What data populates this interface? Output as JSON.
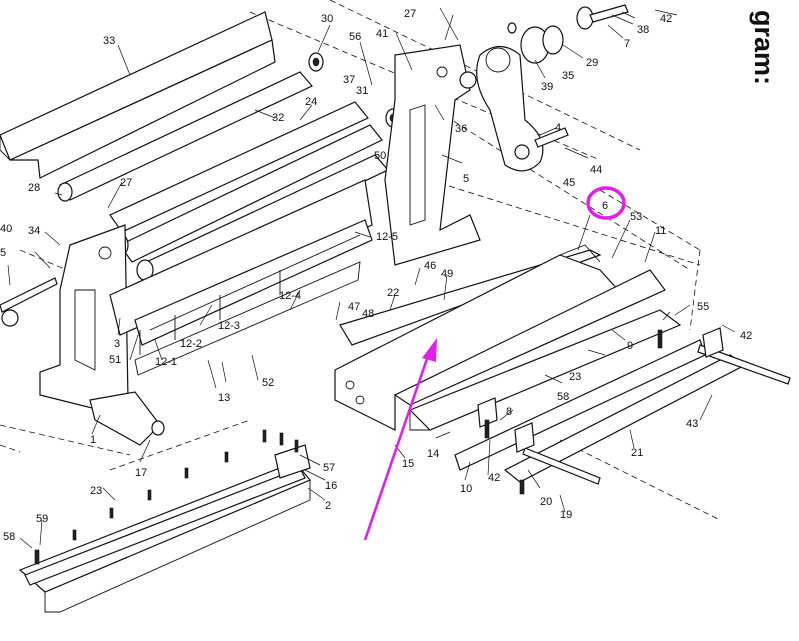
{
  "heading": "gram:",
  "highlight_color": "#e020e8",
  "arrow_color": "#e020e8",
  "labels": {
    "p1": "1",
    "p2": "2",
    "p3": "3",
    "p4": "4",
    "p5a": "5",
    "p5b": "5",
    "p6": "6",
    "p7": "7",
    "p8": "8",
    "p9": "9",
    "p10": "10",
    "p11": "11",
    "p12_1": "12-1",
    "p12_2": "12-2",
    "p12_3": "12-3",
    "p12_4": "12-4",
    "p12_5": "12-5",
    "p13": "13",
    "p14": "14",
    "p15": "15",
    "p16": "16",
    "p17": "17",
    "p19": "19",
    "p20": "20",
    "p21": "21",
    "p22": "22",
    "p23a": "23",
    "p23b": "23",
    "p24": "24",
    "p27a": "27",
    "p27b": "27",
    "p28": "28",
    "p29": "29",
    "p30": "30",
    "p31": "31",
    "p32": "32",
    "p33": "33",
    "p34": "34",
    "p35": "35",
    "p36": "36",
    "p37": "37",
    "p38": "38",
    "p39": "39",
    "p40": "40",
    "p41": "41",
    "p42a": "42",
    "p42b": "42",
    "p42c": "42",
    "p43": "43",
    "p44": "44",
    "p45": "45",
    "p46": "46",
    "p47": "47",
    "p48": "48",
    "p49": "49",
    "p50": "50",
    "p51": "51",
    "p52": "52",
    "p53": "53",
    "p55": "55",
    "p56": "56",
    "p57": "57",
    "p58a": "58",
    "p58b": "58",
    "p59": "59"
  }
}
